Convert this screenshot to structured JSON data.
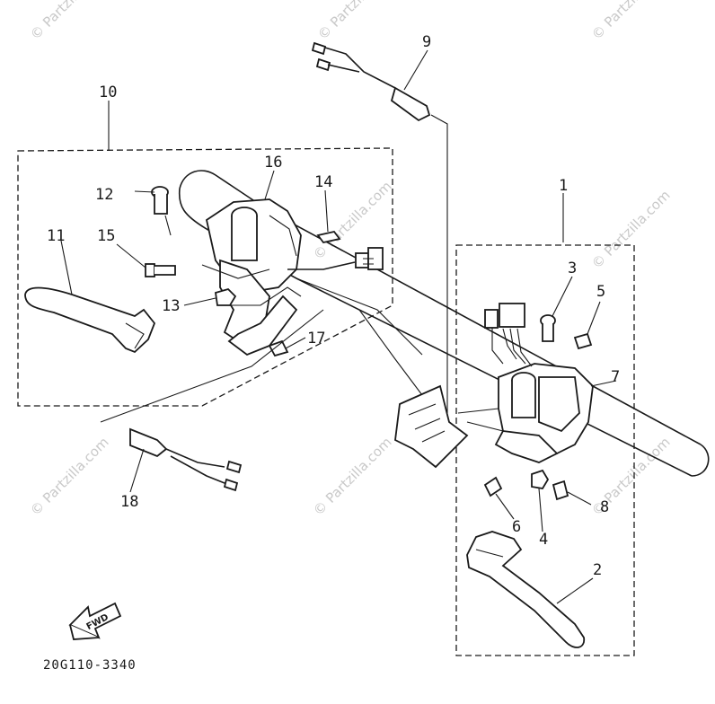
{
  "watermark": "© Partzilla.com",
  "diagram_code": "20G110-3340",
  "fwd_label": "FWD",
  "callouts": {
    "c1": "1",
    "c2": "2",
    "c3": "3",
    "c4": "4",
    "c5": "5",
    "c6": "6",
    "c7": "7",
    "c8": "8",
    "c9": "9",
    "c10": "10",
    "c11": "11",
    "c12": "12",
    "c13": "13",
    "c14": "14",
    "c15": "15",
    "c16": "16",
    "c17": "17",
    "c18": "18"
  }
}
